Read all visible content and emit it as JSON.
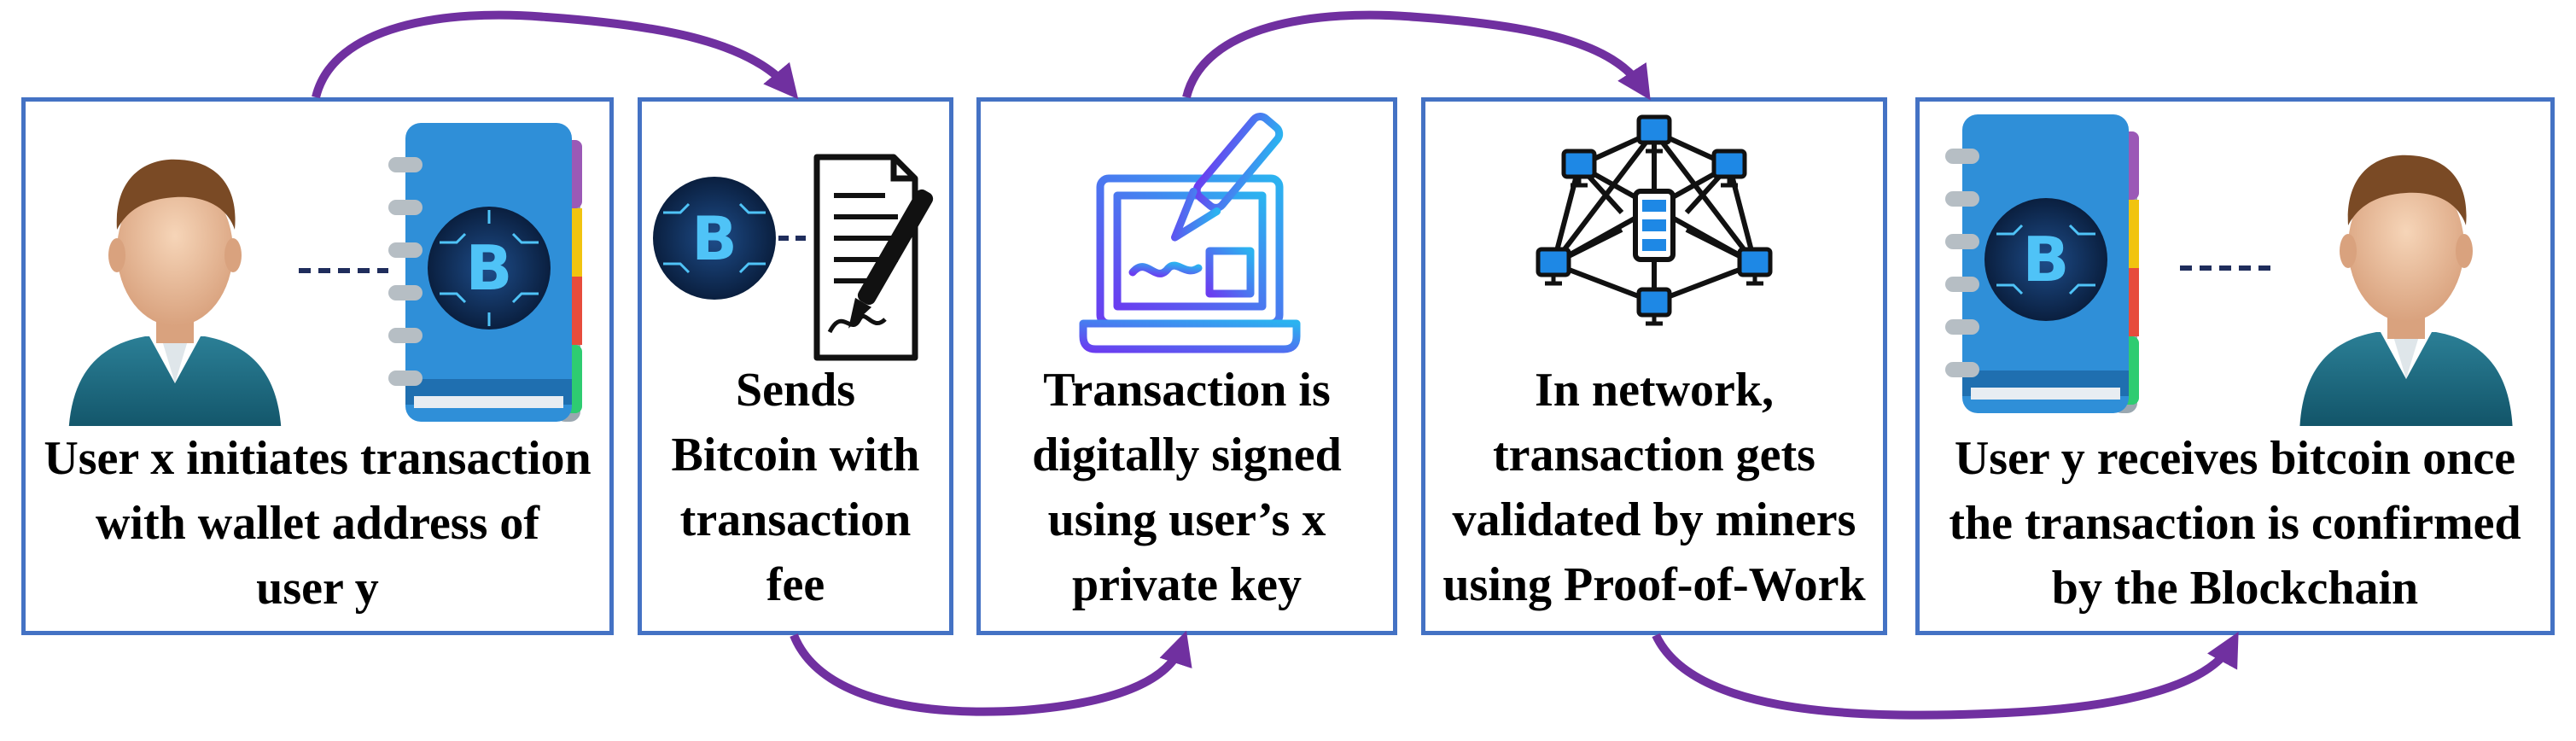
{
  "steps": [
    {
      "id": "step1",
      "caption": "User x initiates transaction\nwith wallet address of\nuser y",
      "icons": [
        "user-icon",
        "bitcoin-wallet-book-icon"
      ]
    },
    {
      "id": "step2",
      "caption": "Sends\nBitcoin with\ntransaction\nfee",
      "icons": [
        "bitcoin-coin-icon",
        "signed-document-icon"
      ]
    },
    {
      "id": "step3",
      "caption": "Transaction is\ndigitally signed\nusing user’s x\nprivate key",
      "icons": [
        "laptop-pen-signature-icon"
      ]
    },
    {
      "id": "step4",
      "caption": "In network,\ntransaction gets\nvalidated by miners\nusing Proof-of-Work",
      "icons": [
        "blockchain-network-icon"
      ]
    },
    {
      "id": "step5",
      "caption": "User y receives bitcoin once\nthe transaction is confirmed\nby the Blockchain",
      "icons": [
        "bitcoin-wallet-book-icon",
        "user-icon"
      ]
    }
  ],
  "colors": {
    "box_border": "#4472c4",
    "arrow": "#7030a0",
    "icon_purple_gradient": [
      "#6a3df0",
      "#2bb3f0"
    ],
    "book_blue": "#2f8fd8",
    "network_blue": "#1e88e5"
  },
  "connectors": [
    {
      "from": "step1",
      "to": "step2",
      "position": "top"
    },
    {
      "from": "step2",
      "to": "step3",
      "position": "bottom"
    },
    {
      "from": "step3",
      "to": "step4",
      "position": "top"
    },
    {
      "from": "step4",
      "to": "step5",
      "position": "bottom"
    }
  ]
}
